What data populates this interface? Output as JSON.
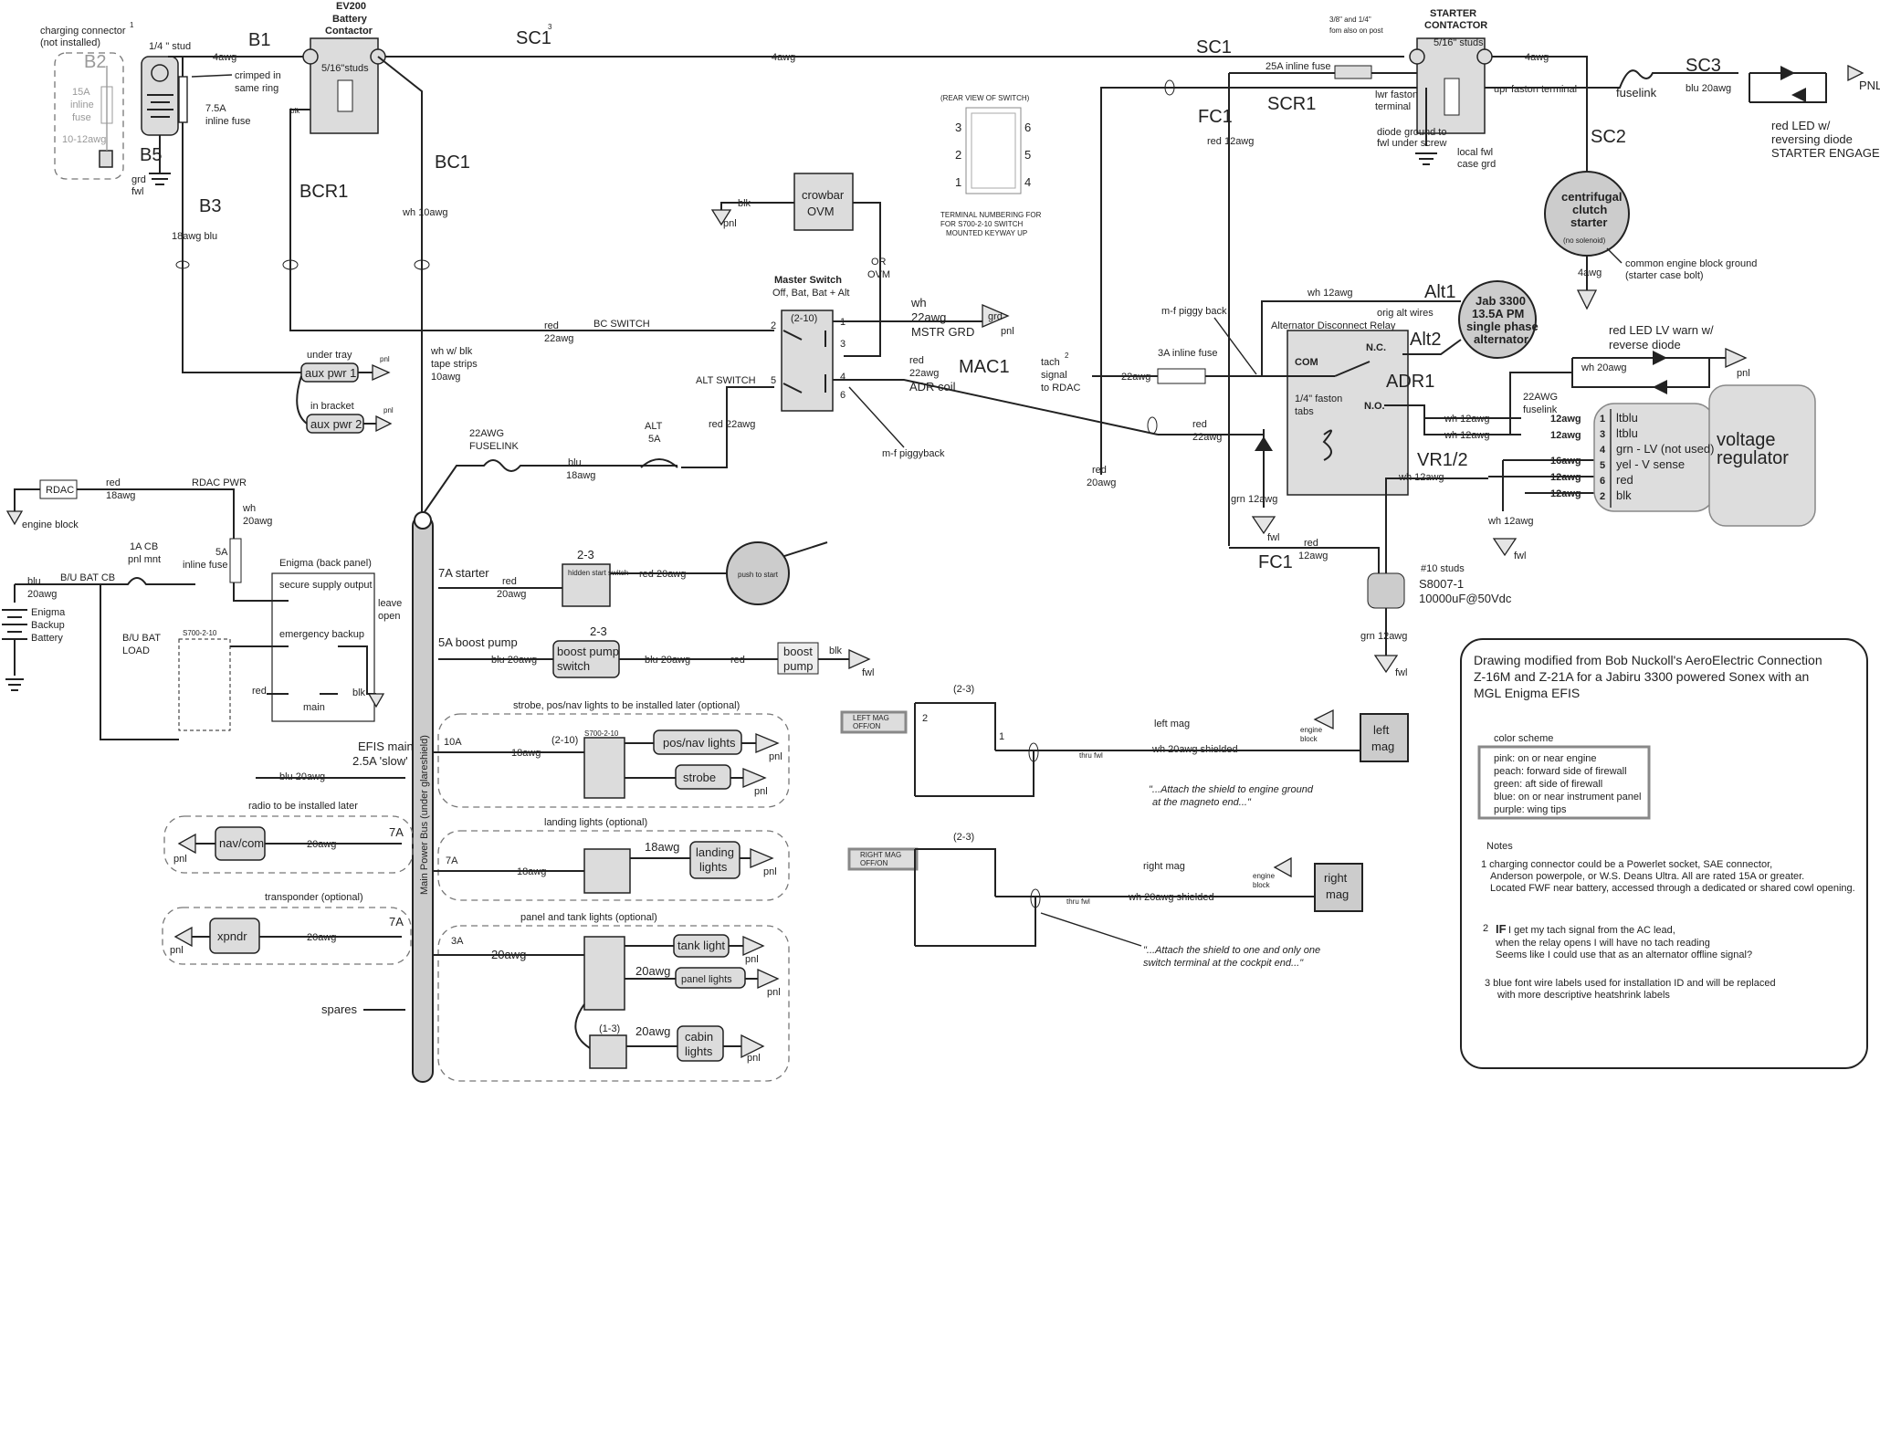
{
  "top": {
    "charging_connector": "charging connector",
    "not_installed": "(not installed)",
    "note1": "1",
    "b2": "B2",
    "stud": "1/4 \" stud",
    "b1": "B1",
    "awg4": "4awg",
    "ev200": "EV200",
    "battery_contactor_1": "Battery",
    "battery_contactor_2": "Contactor",
    "studs_516": "5/16\"studs",
    "sc1_a": "SC1",
    "note3": "3",
    "sc1_b": "SC1",
    "awg4_mid": "4awg",
    "crimped": "crimped in",
    "same_ring": "same ring",
    "fuse_15a_1": "15A",
    "fuse_15a_2": "inline",
    "fuse_15a_3": "fuse",
    "wire_1012": "10-12awg",
    "fuse_75a_1": "7.5A",
    "fuse_75a_2": "inline fuse",
    "b5": "B5",
    "grd": "grd",
    "fwl": "fwl",
    "b3": "B3",
    "blu18": "18awg blu",
    "blk": "blk",
    "bcr1": "BCR1",
    "bc1": "BC1",
    "wh10": "wh 10awg"
  },
  "starter": {
    "fom_note_1": "3/8\" and 1/4\"",
    "fom_note_2": "fom also on post",
    "title_1": "STARTER",
    "title_2": "CONTACTOR",
    "studs": "5/16\" studs",
    "fuse25": "25A inline fuse",
    "lwr_faston_1": "lwr faston",
    "lwr_faston_2": "terminal",
    "diode_1": "diode ground to",
    "diode_2": "fwl under screw",
    "local_fwl_1": "local fwl",
    "local_fwl_2": "case grd",
    "upr_faston": "upr faston terminal",
    "awg4": "4awg",
    "fuselink": "fuselink",
    "sc3": "SC3",
    "blu20": "blu 20awg",
    "pnl": "PNL",
    "red_led_1": "red LED w/",
    "red_led_2": "reversing diode",
    "red_led_3": "STARTER ENGAGED",
    "sc2": "SC2",
    "fc1": "FC1",
    "scr1": "SCR1",
    "red12": "red 12awg",
    "starter_1": "centrifugal",
    "starter_2": "clutch",
    "starter_3": "starter",
    "no_solenoid": "(no solenoid)",
    "common_gnd_1": "common engine block ground",
    "common_gnd_2": "(starter case bolt)"
  },
  "switch_view": {
    "title": "(REAR VIEW OF SWITCH)",
    "n3": "3",
    "n6": "6",
    "n2": "2",
    "n5": "5",
    "n1": "1",
    "n4": "4",
    "caption_1": "TERMINAL NUMBERING FOR",
    "caption_2": "FOR S700-2-10 SWITCH",
    "caption_3": "MOUNTED KEYWAY UP"
  },
  "master": {
    "crowbar_1": "crowbar",
    "crowbar_2": "OVM",
    "pnl": "pnl",
    "blk": "blk",
    "or_ovm_1": "OR",
    "or_ovm_2": "OVM",
    "title": "Master Switch",
    "subtitle": "Off, Bat, Bat + Alt",
    "type": "(2-10)",
    "wh": "wh",
    "awg22": "22awg",
    "mstr_grd": "MSTR GRD",
    "red": "red",
    "adr_coil": "ADR coil",
    "mac1": "MAC1",
    "bc_switch": "BC SWITCH",
    "alt_switch": "ALT SWITCH",
    "red22": "red 22awg",
    "piggyback": "m-f piggyback",
    "alt5a_1": "ALT",
    "alt5a_2": "5A",
    "fuselink_1": "22AWG",
    "fuselink_2": "FUSELINK",
    "blu": "blu",
    "blu18": "18awg"
  },
  "aux": {
    "under_tray": "under tray",
    "aux1": "aux pwr 1",
    "in_bracket": "in bracket",
    "aux2": "aux pwr 2",
    "wh_strips_1": "wh w/ blk",
    "wh_strips_2": "tape strips",
    "wh_strips_3": "10awg"
  },
  "efis": {
    "rdac": "RDAC",
    "red18_1": "red",
    "red18_2": "18awg",
    "rdac_pwr": "RDAC PWR",
    "engine_block": "engine block",
    "wh20_1": "wh",
    "wh20_2": "20awg",
    "fuse5_1": "5A",
    "fuse5_2": "inline fuse",
    "cb_1": "1A CB",
    "cb_2": "pnl mnt",
    "blu": "blu",
    "blu20": "20awg",
    "bu_bat_cb": "B/U BAT CB",
    "bat_1": "Enigma",
    "bat_2": "Backup",
    "bat_3": "Battery",
    "bu_load_1": "B/U BAT",
    "bu_load_2": "LOAD",
    "enigma_back": "Enigma (back panel)",
    "secure": "secure supply output",
    "leave_1": "leave",
    "leave_2": "open",
    "emergency": "emergency backup",
    "main": "main",
    "red": "red",
    "blk": "blk",
    "switch_type": "S700-2-10",
    "efis_main_1": "EFIS main",
    "efis_main_2": "2.5A 'slow'",
    "blu20awg": "blu 20awg"
  },
  "bus": {
    "label": "Main Power Bus (under glareshield)",
    "starter_cb": "7A  starter",
    "red20_1": "red",
    "red20_2": "20awg",
    "sw23": "2-3",
    "hidden_sw": "hidden start switch",
    "red20awg": "red 20awg",
    "push_to_start": "push to start",
    "boost_cb": "5A boost pump",
    "blu20": "blu 20awg",
    "boost_sw_1": "boost pump",
    "boost_sw_2": "switch",
    "red": "red",
    "pump_1": "boost",
    "pump_2": "pump",
    "blk": "blk",
    "fwl": "fwl",
    "strobe_note": "strobe, pos/nav lights to be installed later (optional)",
    "a10": "10A",
    "awg18": "18awg",
    "sw210": "(2-10)",
    "posnav": "pos/nav lights",
    "strobe": "strobe",
    "radio_note": "radio to be installed later",
    "navcom": "nav/com",
    "awg20": "20awg",
    "a7": "7A",
    "xpndr_note": "transponder (optional)",
    "xpndr": "xpndr",
    "landing_note": "landing lights (optional)",
    "landing_1": "landing",
    "landing_2": "lights",
    "panel_note": "panel and tank lights (optional)",
    "a3": "3A",
    "tank": "tank light",
    "panel": "panel lights",
    "sw13": "(1-3)",
    "cabin_1": "cabin",
    "cabin_2": "lights",
    "spares": "spares",
    "pnl": "pnl",
    "grd": "grd",
    "sw_s700": "S700-2-10"
  },
  "mags": {
    "left_switch_1": "LEFT MAG",
    "left_switch_2": "OFF/ON",
    "sw23": "(2-3)",
    "left_mag": "left mag",
    "left_box_1": "left",
    "left_box_2": "mag",
    "wh20_shield": "wh 20awg shielded",
    "engine_block_1": "engine",
    "engine_block_2": "block",
    "left_note_1": "\"...Attach the shield to engine ground",
    "left_note_2": "at the magneto end...\"",
    "right_switch_1": "RIGHT MAG",
    "right_switch_2": "OFF/ON",
    "right_mag": "right mag",
    "right_box_1": "right",
    "right_box_2": "mag",
    "right_note_1": "\"...Attach the shield to one and only one",
    "right_note_2": "switch terminal at the cockpit end...\"",
    "thru_fwl": "thru fwl"
  },
  "alt": {
    "piggy": "m-f piggy back",
    "wh12": "wh 12awg",
    "alt1": "Alt1",
    "orig": "orig alt wires",
    "jab_1": "Jab 3300",
    "jab_2": "13.5A PM",
    "jab_3": "single phase",
    "jab_4": "alternator",
    "relay_title": "Alternator Disconnect Relay",
    "com": "COM",
    "nc": "N.C.",
    "no": "N.O.",
    "faston_1": "1/4\" faston",
    "faston_2": "tabs",
    "alt2": "Alt2",
    "adr1": "ADR1",
    "fuse3": "3A inline fuse",
    "tach_1": "tach",
    "tach_2": "signal",
    "tach_3": "to RDAC",
    "note2": "2",
    "awg22": "22awg",
    "red_1": "red",
    "red_2": "22awg",
    "red20_1": "red",
    "red20_2": "20awg",
    "grn12": "grn 12awg",
    "fwl": "fwl",
    "fc1": "FC1",
    "red12_1": "red",
    "red12_2": "12awg",
    "studs10": "#10 studs",
    "cap_1": "S8007-1",
    "cap_2": "10000uF@50Vdc",
    "grn12b": "grn 12awg",
    "vr12": "VR1/2",
    "red_led_lv_1": "red LED LV warn w/",
    "red_led_lv_2": "reverse diode",
    "wh20": "wh 20awg",
    "fuselink_1": "22AWG",
    "fuselink_2": "fuselink",
    "awg12": "12awg",
    "awg16": "16awg",
    "vr_title_1": "voltage",
    "vr_title_2": "regulator",
    "pins": [
      {
        "n": "1",
        "label": "ltblu"
      },
      {
        "n": "3",
        "label": "ltblu"
      },
      {
        "n": "4",
        "label": "grn - LV (not used)"
      },
      {
        "n": "5",
        "label": "yel - V sense"
      },
      {
        "n": "6",
        "label": "red"
      },
      {
        "n": "2",
        "label": "blk"
      }
    ]
  },
  "notes": {
    "title_1": "Drawing modified from Bob Nuckoll's AeroElectric Connection",
    "title_2": "Z-16M and Z-21A for a Jabiru 3300 powered Sonex with an",
    "title_3": "MGL Enigma EFIS",
    "scheme_title": "color scheme",
    "scheme": [
      "pink: on or near engine",
      "peach: forward side of firewall",
      "green: aft side of firewall",
      "blue: on or near instrument panel",
      "purple: wing tips"
    ],
    "notes_title": "Notes",
    "n1_1": "1 charging connector could be a Powerlet socket, SAE  connector,",
    "n1_2": "Anderson powerpole,  or W.S. Deans Ultra. All are rated 15A or greater.",
    "n1_3": "Located FWF near battery, accessed through a dedicated or shared cowl opening.",
    "n2_num": "2",
    "n2_if": "IF",
    "n2_1": " I get my tach signal from the AC lead,",
    "n2_2": "when the relay opens I will have no tach reading",
    "n2_3": "Seems like I could use that as an alternator offline signal?",
    "n3_1": "3   blue  font wire labels used for installation ID and will be replaced",
    "n3_2": "with more descriptive heatshrink labels"
  }
}
